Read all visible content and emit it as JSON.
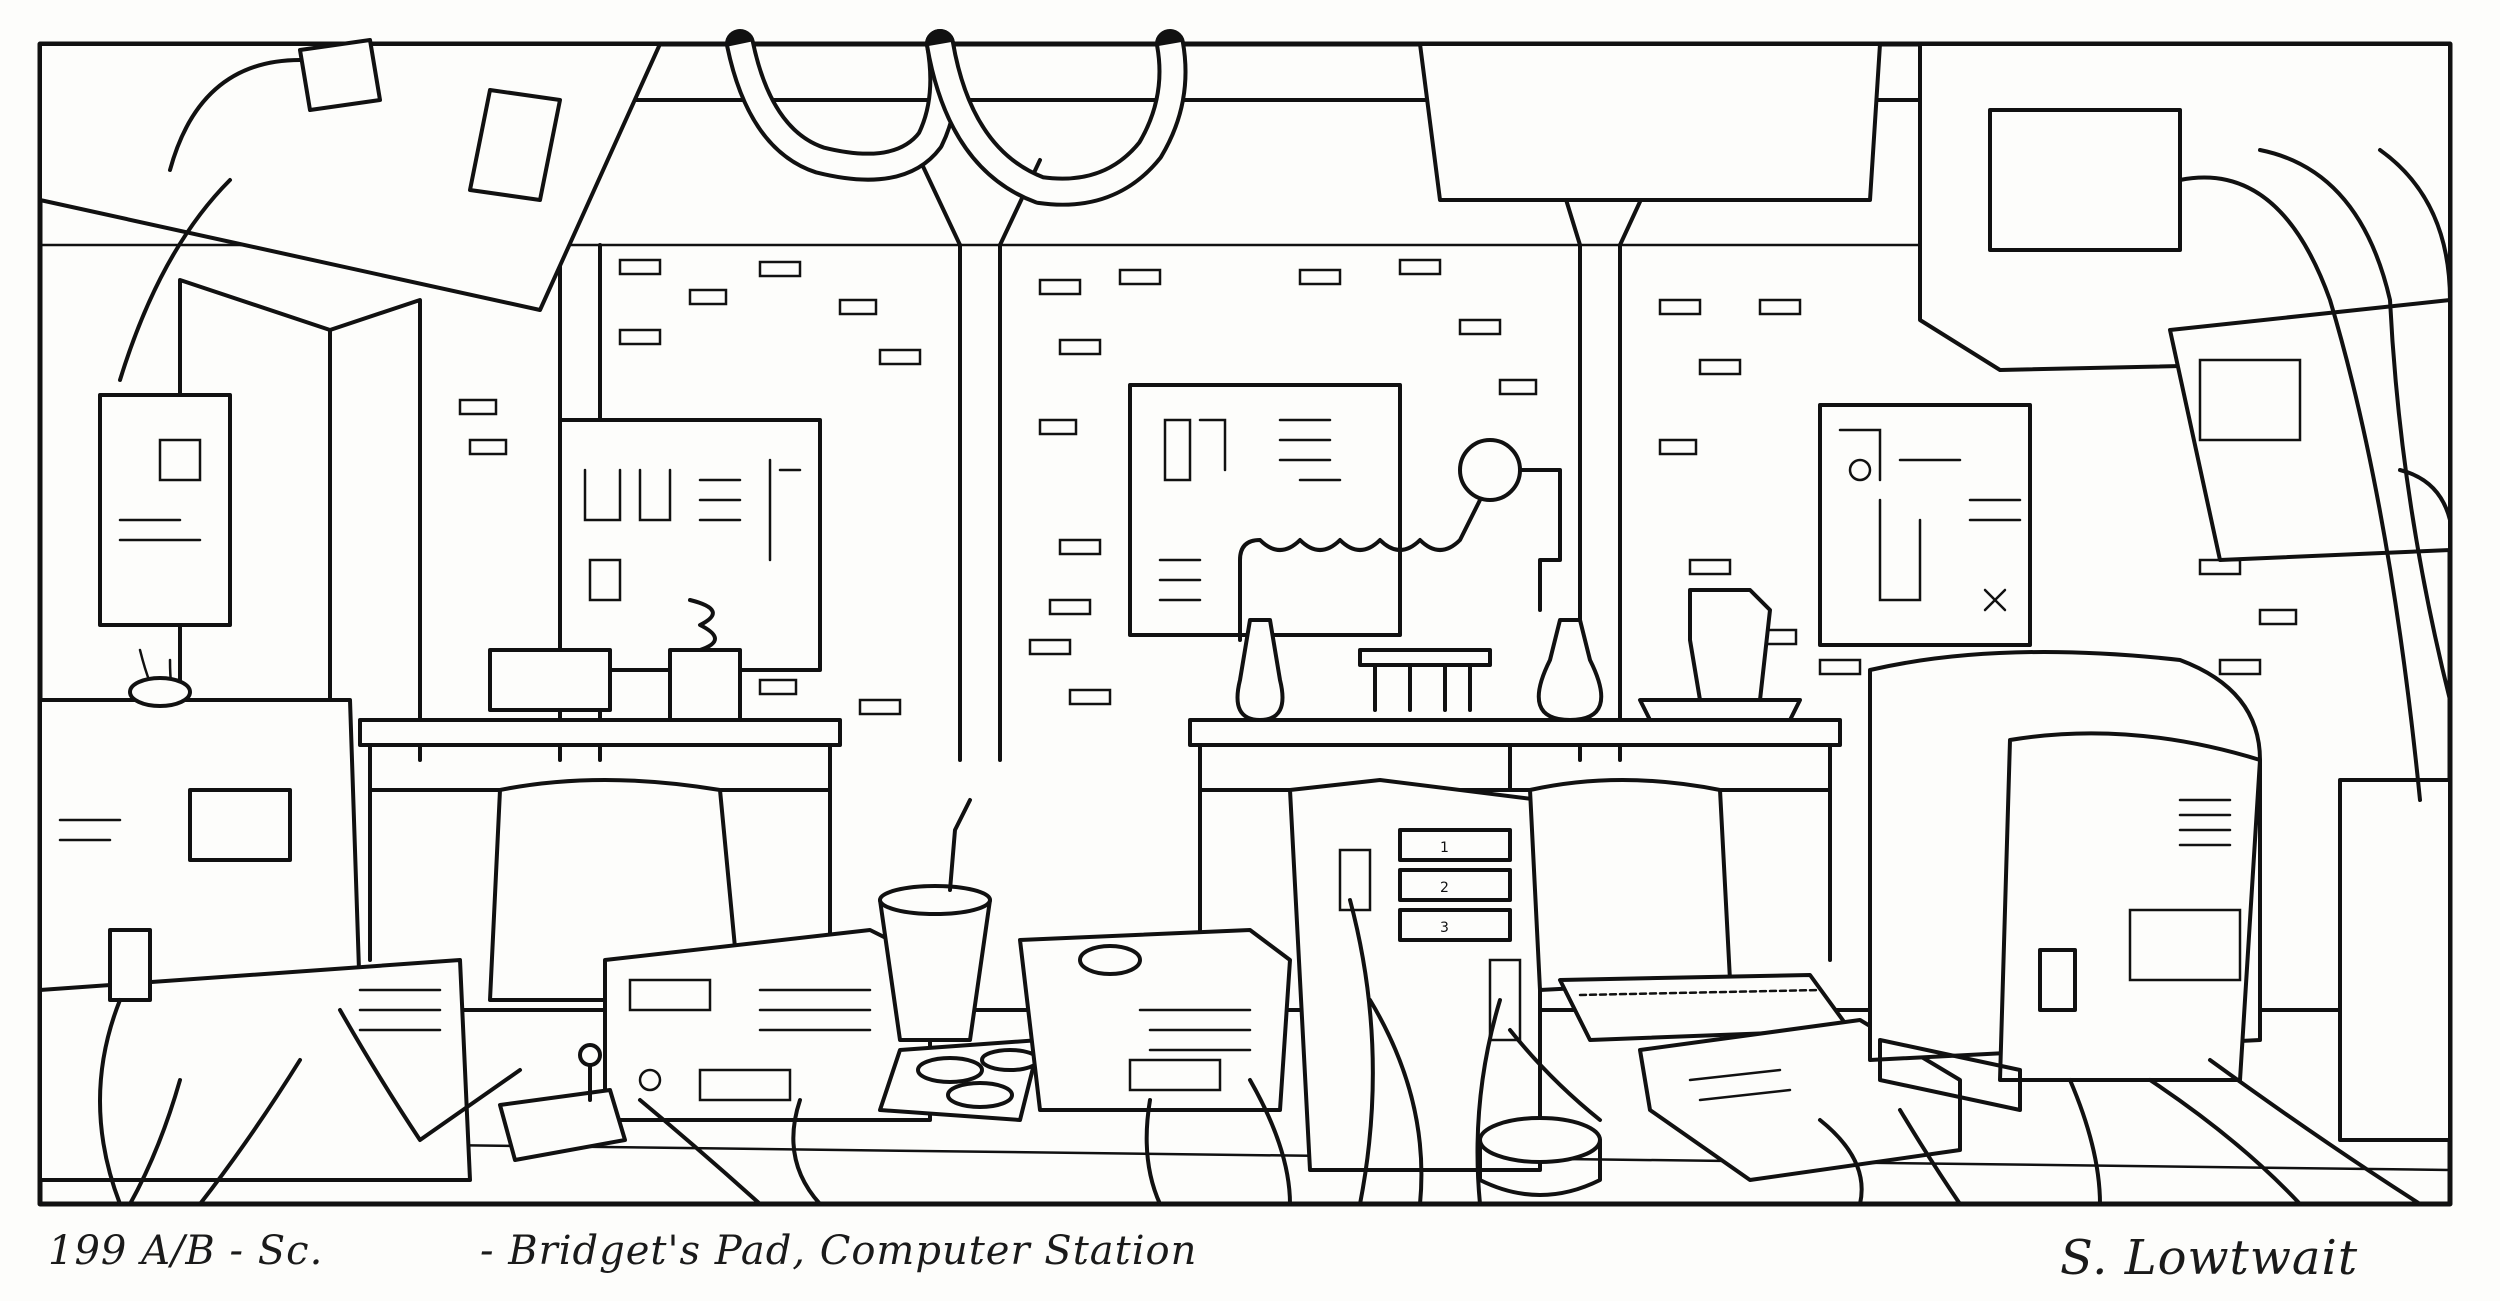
{
  "caption": {
    "scene_number": "199 A/B - Sc.",
    "scene_title": "- Bridget's Pad, Computer Station",
    "signature": "S. Lowtwait"
  },
  "monitor_labels": {
    "drive_bay_1": "1",
    "drive_bay_2": "2",
    "drive_bay_3": "3"
  },
  "palette": {
    "ink": "#111111",
    "paper": "#fdfdfb"
  }
}
